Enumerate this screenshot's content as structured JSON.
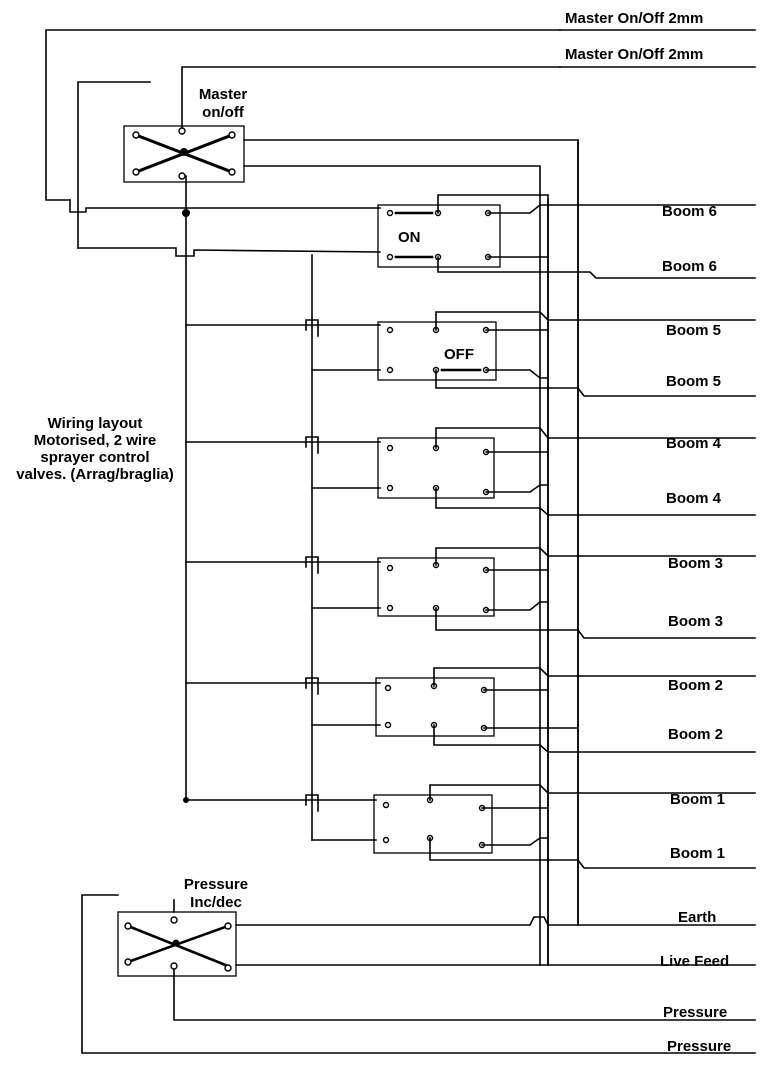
{
  "labels": {
    "master1": "Master On/Off 2mm",
    "master2": "Master On/Off 2mm",
    "master_switch": [
      "Master",
      "on/off"
    ],
    "caption": [
      "Wiring layout",
      "Motorised, 2 wire",
      "sprayer control",
      "valves. (Arrag/braglia)"
    ],
    "on": "ON",
    "off": "OFF",
    "boom6a": "Boom 6",
    "boom6b": "Boom 6",
    "boom5a": "Boom 5",
    "boom5b": "Boom 5",
    "boom4a": "Boom 4",
    "boom4b": "Boom 4",
    "boom3a": "Boom 3",
    "boom3b": "Boom 3",
    "boom2a": "Boom 2",
    "boom2b": "Boom 2",
    "boom1a": "Boom 1",
    "boom1b": "Boom 1",
    "pressure_switch": [
      "Pressure",
      "Inc/dec"
    ],
    "earth": "Earth",
    "live": "Live Feed",
    "pressure1": "Pressure",
    "pressure2": "Pressure"
  }
}
